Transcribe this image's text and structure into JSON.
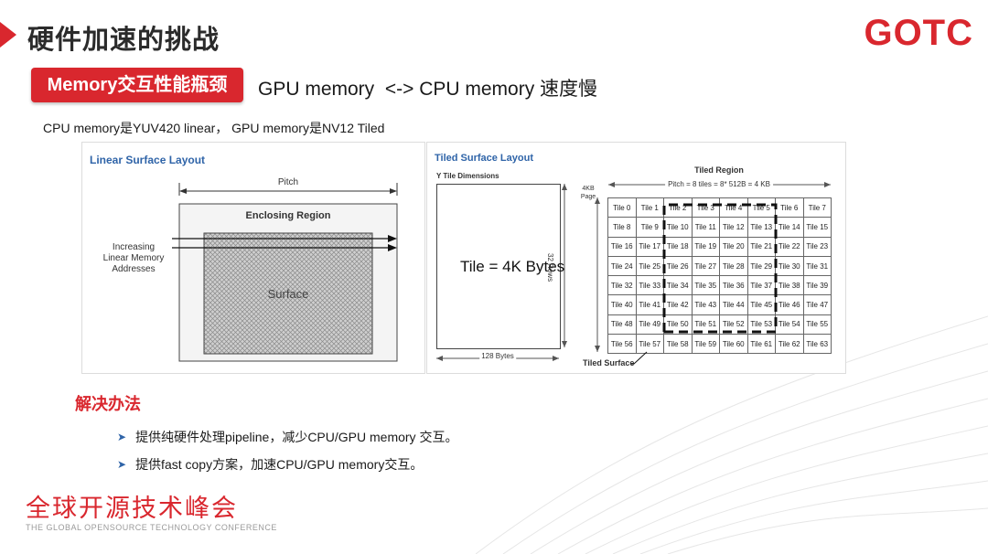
{
  "slide": {
    "title": "硬件加速的挑战",
    "logo": "GOTC",
    "tag": "Memory交互性能瓶颈",
    "headline": "GPU memory  <-> CPU memory 速度慢",
    "subline": "CPU memory是YUV420 linear， GPU memory是NV12 Tiled"
  },
  "figure": {
    "linear": {
      "title": "Linear Surface Layout",
      "pitch": "Pitch",
      "enclosing": "Enclosing Region",
      "surface": "Surface",
      "addr_lines": [
        "Increasing",
        "Linear Memory",
        "Addresses"
      ]
    },
    "tiled": {
      "title": "Tiled Surface Layout",
      "dims": "Y Tile Dimensions",
      "tile_size": "Tile = 4K Bytes",
      "rows": "32 Rows",
      "bytes": "128 Bytes",
      "region": "Tiled Region",
      "pitch": "Pitch = 8 tiles = 8* 512B = 4 KB",
      "page_lines": [
        "4KB",
        "Page"
      ],
      "tiled_surface": "Tiled Surface",
      "tiles": [
        "Tile 0",
        "Tile 1",
        "Tile 2",
        "Tile 3",
        "Tile 4",
        "Tile 5",
        "Tile 6",
        "Tile 7",
        "Tile 8",
        "Tile 9",
        "Tile 10",
        "Tile 11",
        "Tile 12",
        "Tile 13",
        "Tile 14",
        "Tile 15",
        "Tile 16",
        "Tile 17",
        "Tile 18",
        "Tile 19",
        "Tile 20",
        "Tile 21",
        "Tile 22",
        "Tile 23",
        "Tile 24",
        "Tile 25",
        "Tile 26",
        "Tile 27",
        "Tile 28",
        "Tile 29",
        "Tile 30",
        "Tile 31",
        "Tile 32",
        "Tile 33",
        "Tile 34",
        "Tile 35",
        "Tile 36",
        "Tile 37",
        "Tile 38",
        "Tile 39",
        "Tile 40",
        "Tile 41",
        "Tile 42",
        "Tile 43",
        "Tile 44",
        "Tile 45",
        "Tile 46",
        "Tile 47",
        "Tile 48",
        "Tile 49",
        "Tile 50",
        "Tile 51",
        "Tile 52",
        "Tile 53",
        "Tile 54",
        "Tile 55",
        "Tile 56",
        "Tile 57",
        "Tile 58",
        "Tile 59",
        "Tile 60",
        "Tile 61",
        "Tile 62",
        "Tile 63"
      ]
    }
  },
  "solution": {
    "title": "解决办法",
    "items": [
      "提供纯硬件处理pipeline，减少CPU/GPU memory 交互。",
      "提供fast copy方案，加速CPU/GPU memory交互。"
    ]
  },
  "footer": {
    "cn": "全球开源技术峰会",
    "en": "THE GLOBAL OPENSOURCE TECHNOLOGY CONFERENCE"
  },
  "colors": {
    "accent": "#d9272e",
    "diagram_title": "#2f64a8"
  }
}
